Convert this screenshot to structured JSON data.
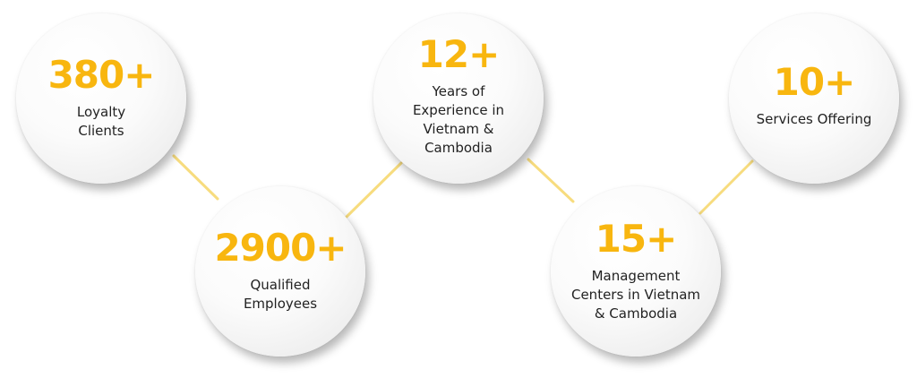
{
  "stats": [
    {
      "value": "380+",
      "label": "Loyalty\nClients"
    },
    {
      "value": "2900+",
      "label": "Qualified\nEmployees"
    },
    {
      "value": "12+",
      "label": "Years of\nExperience in\nVietnam &\nCambodia"
    },
    {
      "value": "15+",
      "label": "Management\nCenters in Vietnam\n& Cambodia"
    },
    {
      "value": "10+",
      "label": "Services Offering"
    }
  ],
  "colors": {
    "accent": "#f8b60f",
    "connector": "#f7dc7e",
    "text": "#222222"
  }
}
